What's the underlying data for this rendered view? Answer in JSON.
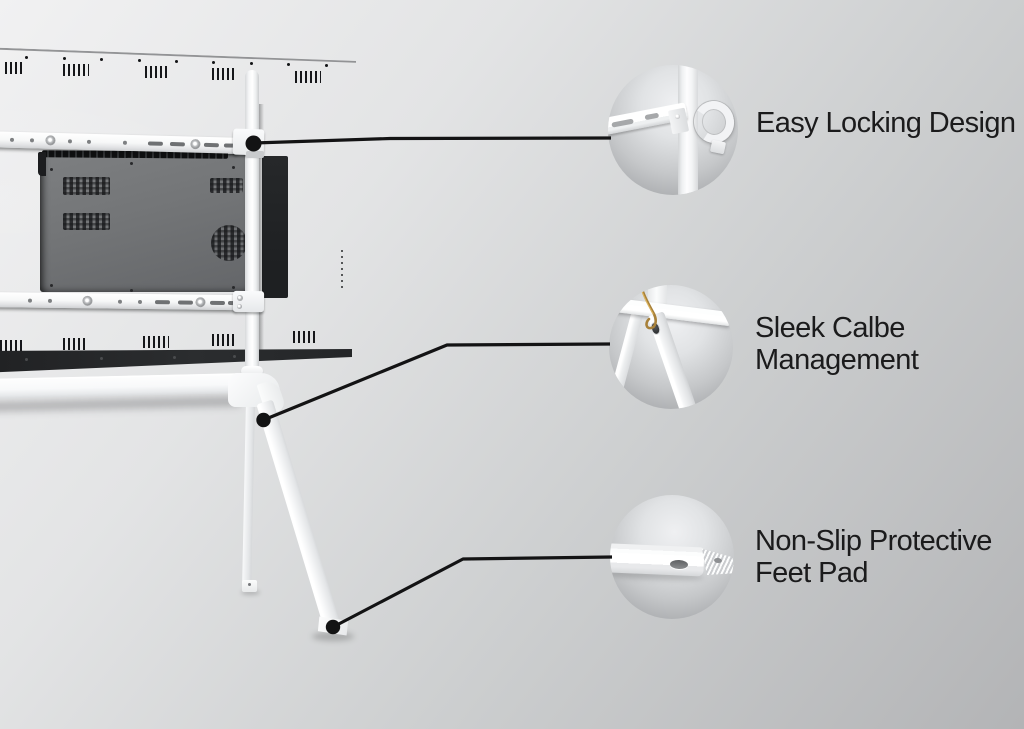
{
  "callouts": [
    {
      "id": "easy-locking-design",
      "lines": [
        "Easy Locking Design",
        ""
      ]
    },
    {
      "id": "sleek-cable-management",
      "lines": [
        "Sleek Calbe",
        "Management"
      ]
    },
    {
      "id": "non-slip-feet-pad",
      "lines": [
        "Non-Slip Protective",
        "Feet Pad"
      ]
    }
  ],
  "style": {
    "text_color": "#1b1b1c",
    "leader_line_color": "#131314",
    "cable_accent_color": "#a8813a",
    "stand_color": "#f5f6f7",
    "tv_back_color": "#3d3f42",
    "background_gradient_start": "#f1f1f2",
    "background_gradient_end": "#b3b4b6"
  }
}
